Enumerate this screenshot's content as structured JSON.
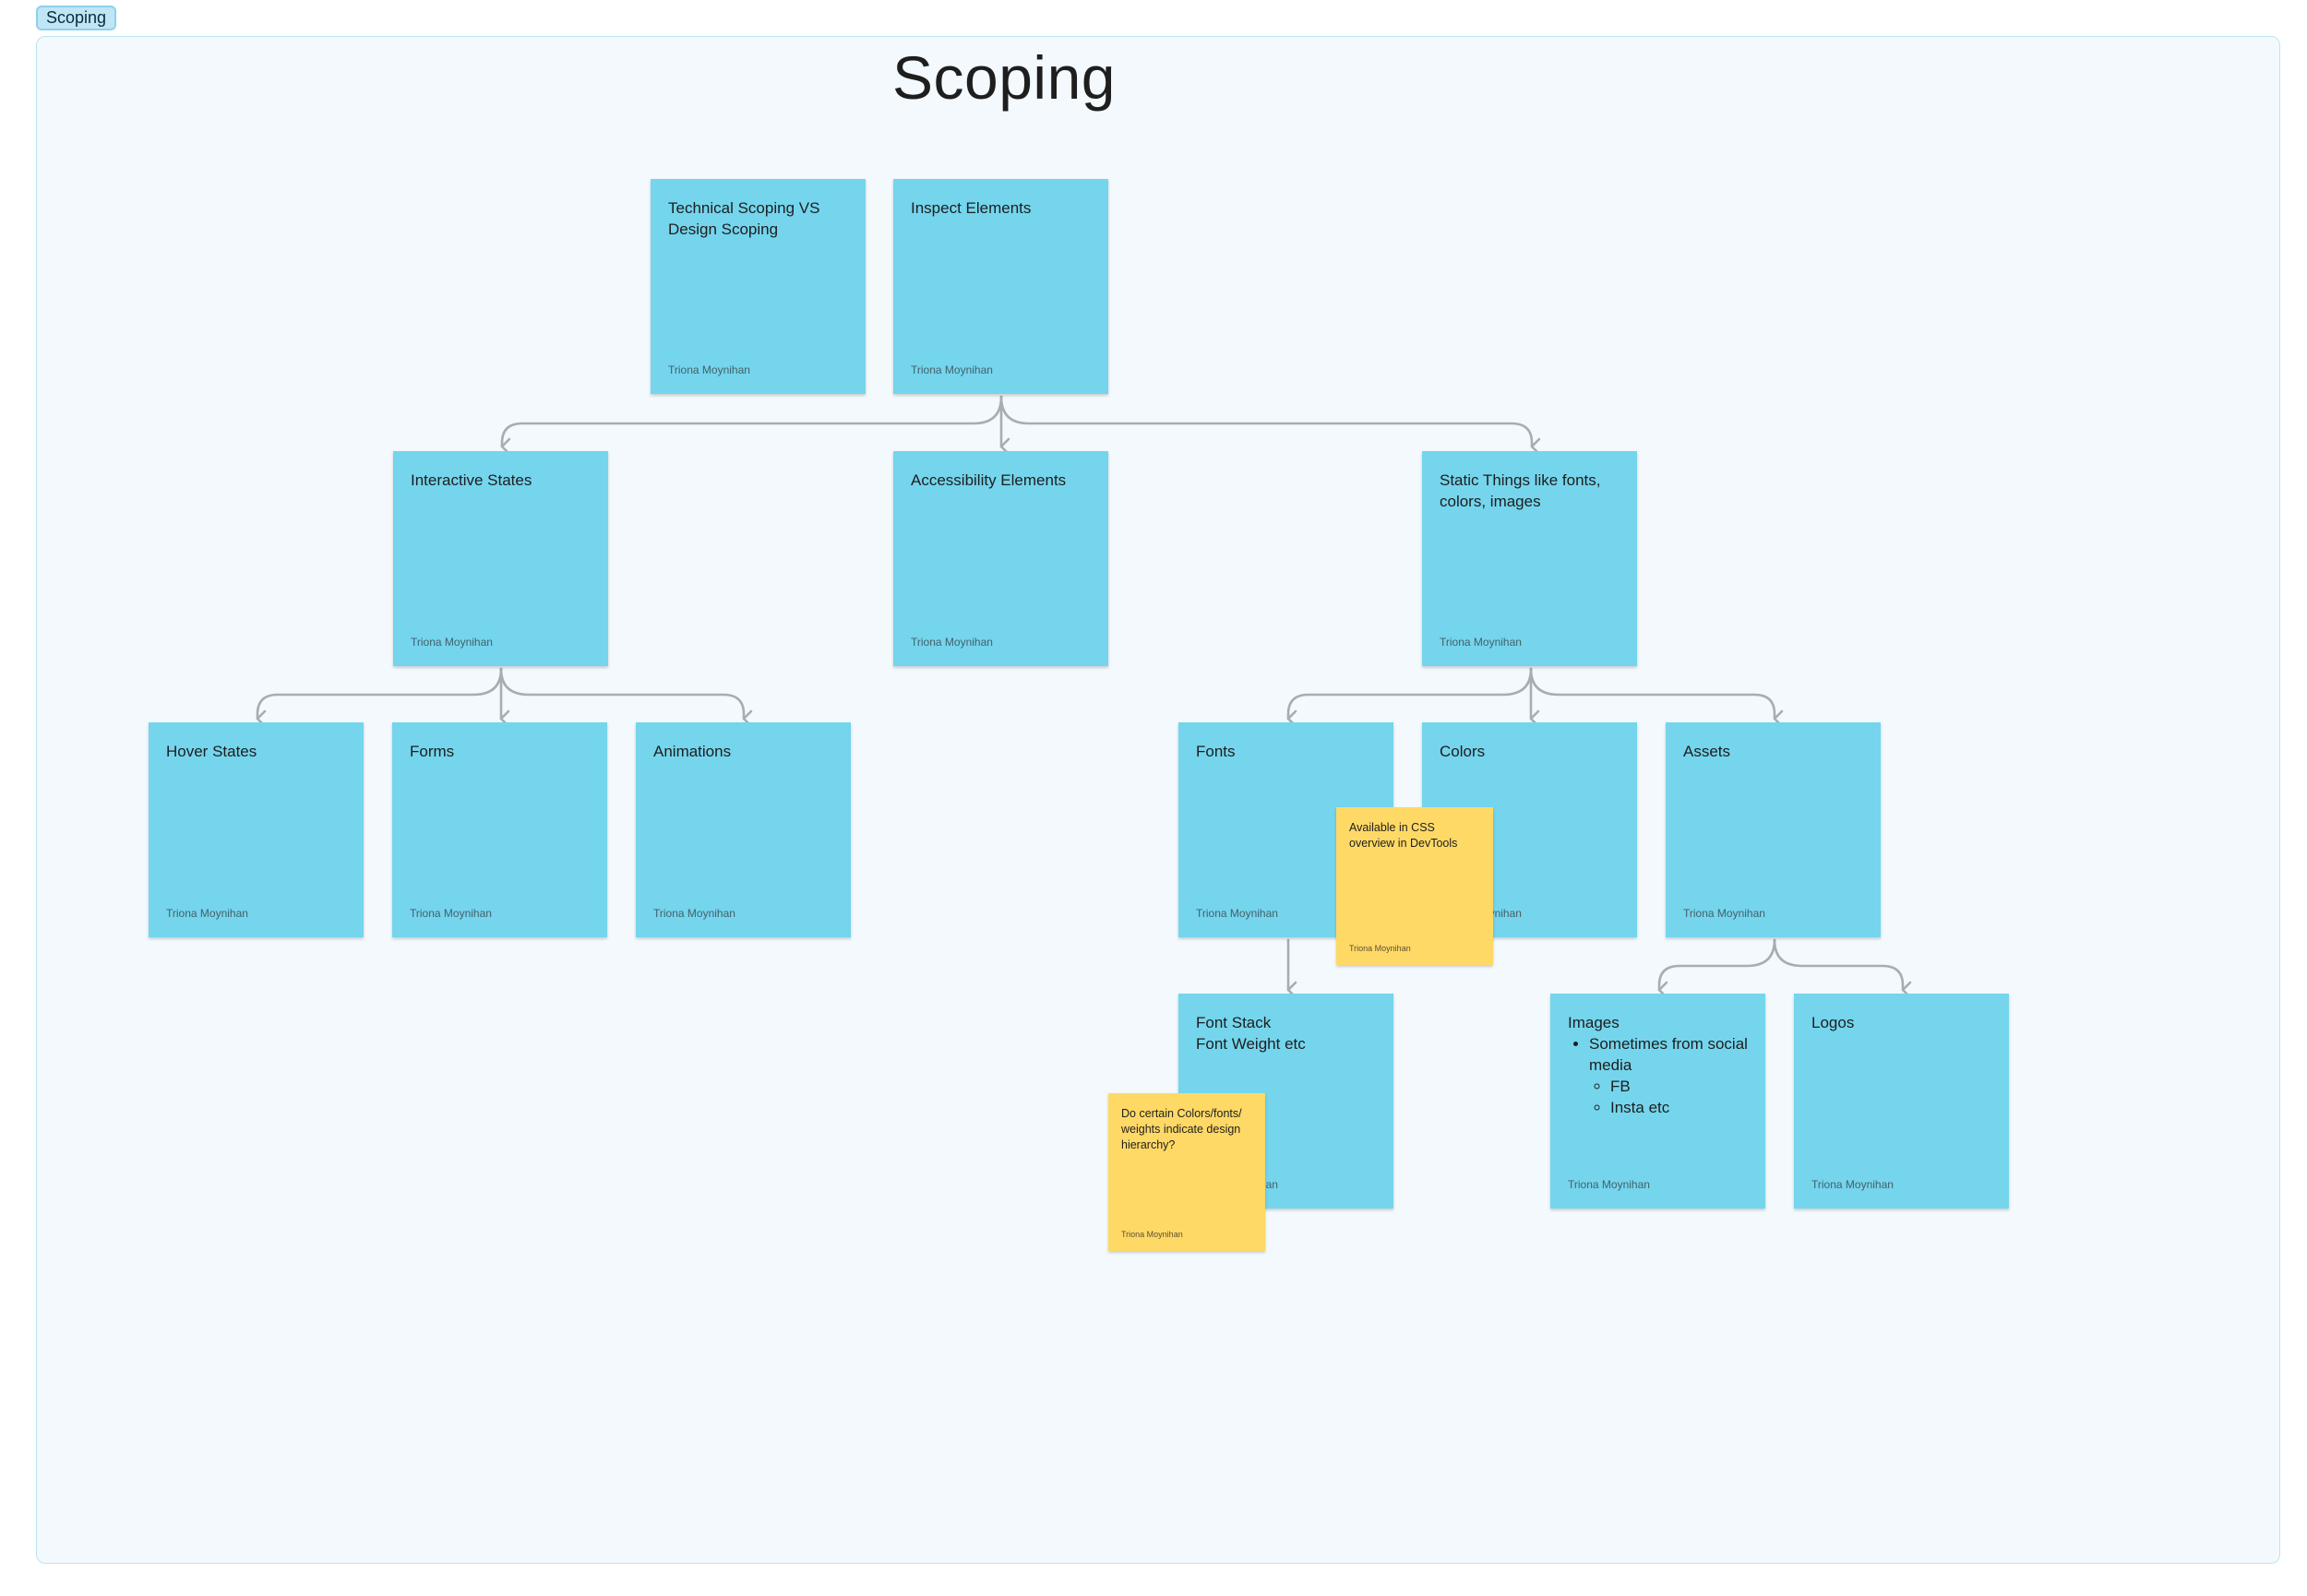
{
  "board": {
    "section_tag": "Scoping",
    "section_title": "Scoping"
  },
  "stickies": [
    {
      "id": "technical-scoping",
      "text": "Technical Scoping VS Design Scoping",
      "author": "Triona Moynihan"
    },
    {
      "id": "inspect-elements",
      "text": "Inspect Elements",
      "author": "Triona Moynihan"
    },
    {
      "id": "interactive-states",
      "text": "Interactive States",
      "author": "Triona Moynihan"
    },
    {
      "id": "accessibility-elements",
      "text": "Accessibility Elements",
      "author": "Triona Moynihan"
    },
    {
      "id": "static-things",
      "text": "Static Things like fonts, colors, images",
      "author": "Triona Moynihan"
    },
    {
      "id": "hover-states",
      "text": "Hover States",
      "author": "Triona Moynihan"
    },
    {
      "id": "forms",
      "text": "Forms",
      "author": "Triona Moynihan"
    },
    {
      "id": "animations",
      "text": "Animations",
      "author": "Triona Moynihan"
    },
    {
      "id": "fonts",
      "text": "Fonts",
      "author": "Triona Moynihan"
    },
    {
      "id": "colors",
      "text": "Colors",
      "author": "Triona Moynihan"
    },
    {
      "id": "assets",
      "text": "Assets",
      "author": "Triona Moynihan"
    },
    {
      "id": "font-stack",
      "text": "Font Stack\nFont Weight etc",
      "author": "Triona Moynihan"
    },
    {
      "id": "images",
      "title": "Images",
      "bullets": [
        "Sometimes from social media"
      ],
      "sub_bullets": [
        "FB",
        "Insta etc"
      ],
      "author": "Triona Moynihan"
    },
    {
      "id": "logos",
      "text": "Logos",
      "author": "Triona Moynihan"
    }
  ],
  "notes": [
    {
      "id": "css-overview",
      "text": "Available in CSS overview in DevTools",
      "author": "Triona Moynihan"
    },
    {
      "id": "design-hierarchy",
      "text": "Do certain Colors/fonts/ weights indicate design hierarchy?",
      "author": "Triona Moynihan"
    }
  ],
  "colors": {
    "sticky_blue": "#74d5ed",
    "sticky_yellow": "#ffd966",
    "section_background": "#f3f9fd",
    "section_border": "#bde3f2",
    "connector": "#a7adb1"
  }
}
